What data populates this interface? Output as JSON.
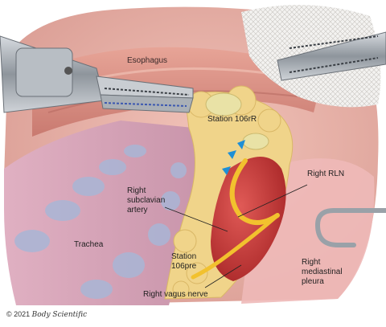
{
  "labels": {
    "esophagus": "Esophagus",
    "station_106r": "Station 106rR",
    "right_rln": "Right RLN",
    "right_subclavian_artery": "Right\nsubclavian\nartery",
    "trachea": "Trachea",
    "station_106pre": "Station\n106pre",
    "right_vagus_nerve": "Right vagus nerve",
    "right_mediastinal_pleura": "Right\nmediastinal\npleura"
  },
  "copyright": {
    "prefix": "© 2021",
    "brand": "Body Scientific"
  },
  "colors": {
    "tissue": "#e8b2a8",
    "esophagus": "#d98a7f",
    "fat": "#f0d48a",
    "artery": "#c6393a",
    "nerve": "#f2c12e",
    "trachea_rings": "#a9b6d6",
    "arrowheads": "#1e8fd6",
    "instrument": "#9aa1a8"
  }
}
